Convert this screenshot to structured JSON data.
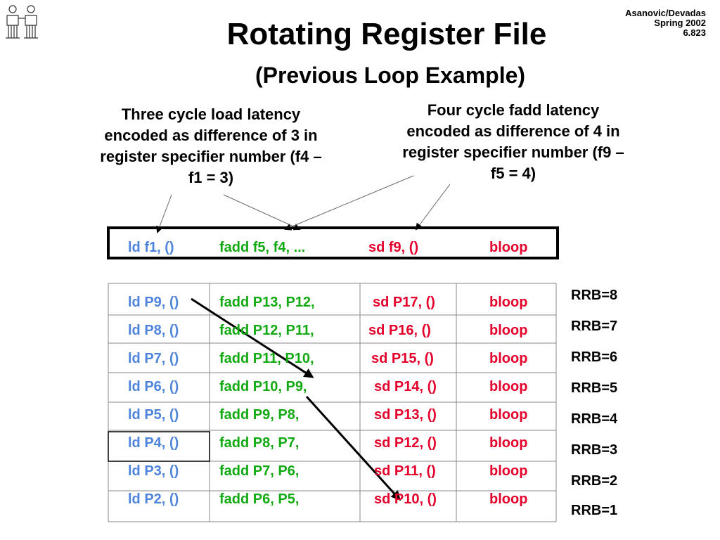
{
  "header": {
    "credit_line1": "Asanovic/Devadas",
    "credit_line2": "Spring 2002",
    "credit_line3": "6.823",
    "title": "Rotating Register File",
    "subtitle": "(Previous Loop Example)"
  },
  "notes": {
    "load_latency": "Three cycle load latency encoded as difference of 3 in register specifier number (f4 – f1 = 3)",
    "fadd_latency": "Four cycle fadd latency encoded as difference of 4 in register specifier number (f9 – f5 = 4)"
  },
  "loop_body": {
    "ld": "ld f1, ()",
    "fadd": "fadd f5, f4, ...",
    "sd": "sd f9, ()",
    "bloop": "bloop"
  },
  "rows": [
    {
      "ld": "ld P9, ()",
      "fadd": "fadd P13, P12,",
      "sd": "sd P17, ()",
      "bloop": "bloop",
      "rrb": "RRB=8"
    },
    {
      "ld": "ld P8, ()",
      "fadd": "fadd P12, P11,",
      "sd": "sd P16, ()",
      "bloop": "bloop",
      "rrb": "RRB=7"
    },
    {
      "ld": "ld P7, ()",
      "fadd": "fadd P11, P10,",
      "sd": "sd P15, ()",
      "bloop": "bloop",
      "rrb": "RRB=6"
    },
    {
      "ld": "ld P6, ()",
      "fadd": "fadd P10, P9,",
      "sd": "sd P14, ()",
      "bloop": "bloop",
      "rrb": "RRB=5"
    },
    {
      "ld": "ld P5, ()",
      "fadd": "fadd P9, P8,",
      "sd": "sd P13, ()",
      "bloop": "bloop",
      "rrb": "RRB=4"
    },
    {
      "ld": "ld P4, ()",
      "fadd": "fadd P8, P7,",
      "sd": "sd P12, ()",
      "bloop": "bloop",
      "rrb": "RRB=3"
    },
    {
      "ld": "ld P3, ()",
      "fadd": "fadd P7, P6,",
      "sd": "sd P11, ()",
      "bloop": "bloop",
      "rrb": "RRB=2"
    },
    {
      "ld": "ld P2, ()",
      "fadd": "fadd P6, P5,",
      "sd": "sd P10, ()",
      "bloop": "bloop",
      "rrb": "RRB=1"
    }
  ],
  "colors": {
    "ld": "#4f84dc",
    "fadd": "#12aa12",
    "sd": "#e4002b",
    "bloop": "#e4002b",
    "ink": "#000000"
  }
}
